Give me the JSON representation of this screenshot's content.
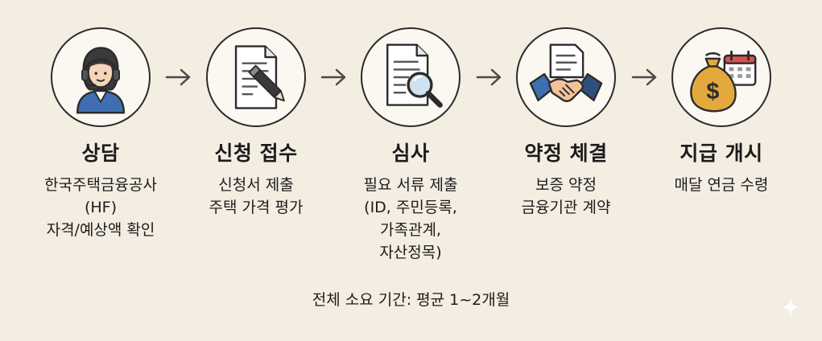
{
  "steps": [
    {
      "title": "상담",
      "icon": "headset-agent-icon",
      "lines": [
        "한국주택금융공사",
        "(HF)",
        "자격/예상액 확인"
      ]
    },
    {
      "title": "신청 접수",
      "icon": "document-pen-icon",
      "lines": [
        "신청서 제출",
        "주택 가격 평가"
      ]
    },
    {
      "title": "심사",
      "icon": "document-magnifier-icon",
      "lines": [
        "필요 서류 제출",
        "(ID, 주민등록,",
        "가족관계,",
        "자산정목)"
      ]
    },
    {
      "title": "약정 체결",
      "icon": "handshake-icon",
      "lines": [
        "보증 약정",
        "금융기관 계약"
      ]
    },
    {
      "title": "지급 개시",
      "icon": "money-bag-calendar-icon",
      "lines": [
        "매달 연금 수령"
      ]
    }
  ],
  "footer": "전체 소요 기간: 평균 1~2개월",
  "colors": {
    "background": "#f4ede2",
    "outline": "#2c2c2c",
    "accent_blue": "#3f6fb0",
    "accent_gold": "#e3a93c"
  }
}
